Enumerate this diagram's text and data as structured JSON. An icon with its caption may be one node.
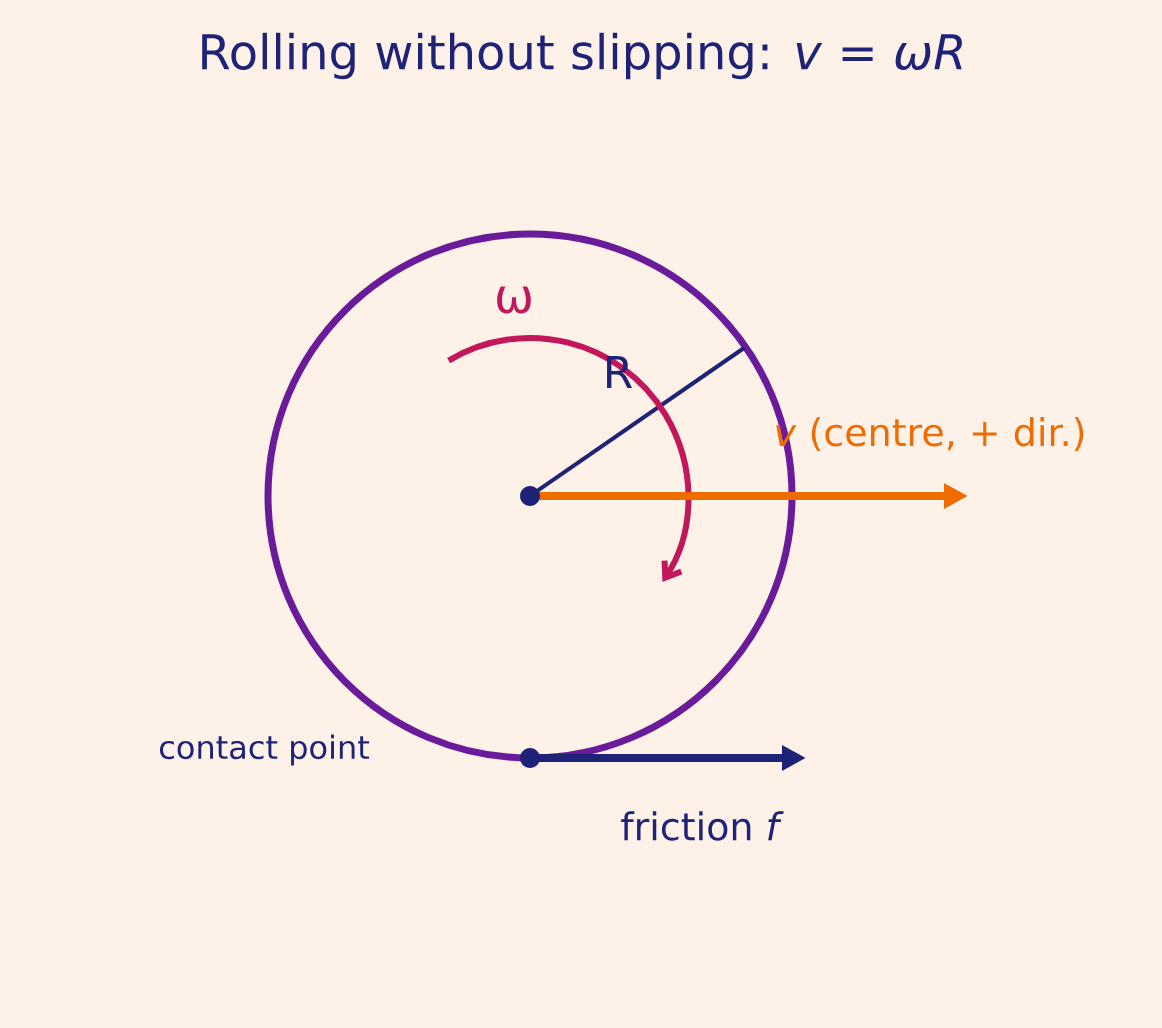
{
  "diagram": {
    "title": "Rolling without slipping: *v* = *ωR*",
    "labels": [
      "ω",
      "R",
      "*v* (centre, + dir.)",
      "contact point",
      "friction *f*"
    ]
  }
}
